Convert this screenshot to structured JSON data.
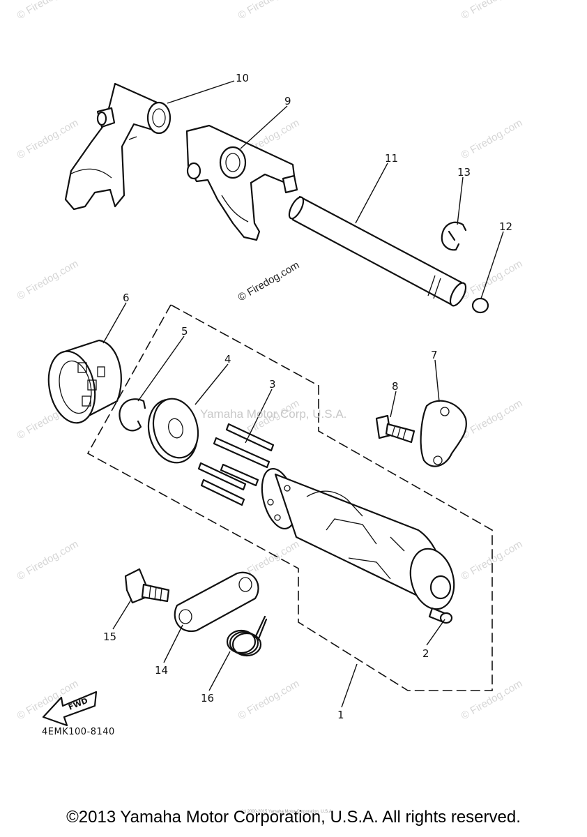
{
  "copyright": "©2013 Yamaha Motor Corporation, U.S.A. All rights reserved.",
  "watermark": "© Firedog.com",
  "center_watermark": "Yamaha Motor Corp, U.S.A.",
  "fine_print": "(c) 2000-2015 Yamaha Motor Corporation, U.S.A.",
  "part_code": "4EMK100-8140",
  "fwd_label": "FWD",
  "callouts": {
    "c1": "1",
    "c2": "2",
    "c3": "3",
    "c4": "4",
    "c5": "5",
    "c6": "6",
    "c7": "7",
    "c8": "8",
    "c9": "9",
    "c10": "10",
    "c11": "11",
    "c12": "12",
    "c13": "13",
    "c14": "14",
    "c15": "15",
    "c16": "16"
  }
}
